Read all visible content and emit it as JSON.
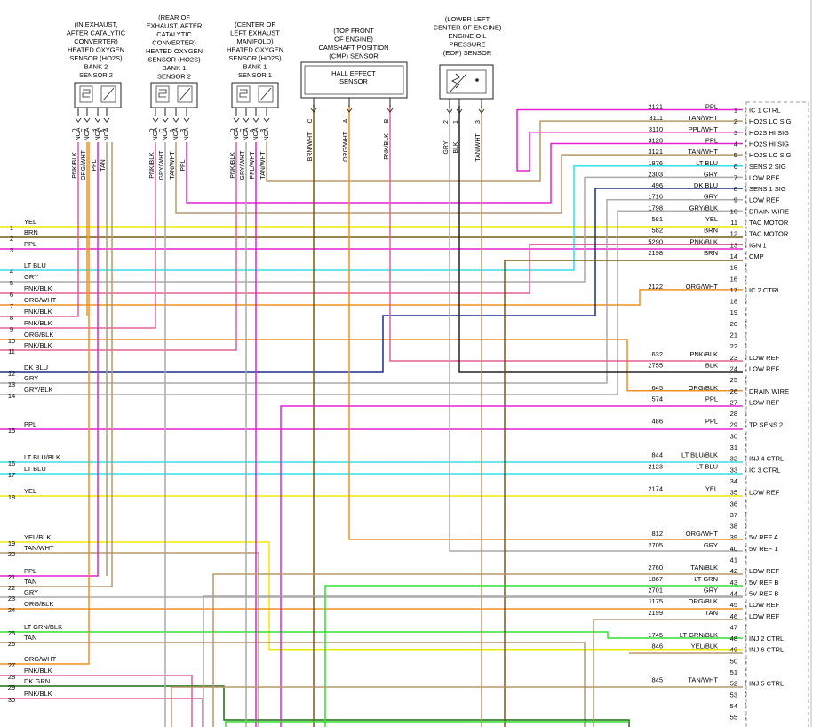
{
  "sensors": [
    {
      "id": "ho2s-b2s2",
      "lines": [
        "(IN EXHAUST,",
        "AFTER CATALYTIC",
        "CONVERTER)",
        "HEATED OXYGEN",
        "SENSOR (HO2S)",
        "BANK 2",
        "SENSOR 2"
      ],
      "pins": [
        {
          "letter": "D",
          "label": "NCA"
        },
        {
          "letter": "C",
          "label": "NCA"
        },
        {
          "letter": "B",
          "label": "NCA"
        },
        {
          "letter": "A",
          "label": "NCA"
        }
      ],
      "wires": [
        "PNK/BLK",
        "ORG/WHT",
        "PPL",
        "TAN"
      ]
    },
    {
      "id": "ho2s-b1s2",
      "lines": [
        "(REAR OF",
        "EXHAUST, AFTER",
        "CATALYTIC",
        "CONVERTER)",
        "HEATED OXYGEN",
        "SENSOR (HO2S)",
        "BANK 1",
        "SENSOR 2"
      ],
      "pins": [
        {
          "letter": "D",
          "label": "NCA"
        },
        {
          "letter": "C",
          "label": "NCA"
        },
        {
          "letter": "A",
          "label": "NCA"
        },
        {
          "letter": "B",
          "label": "NCA"
        }
      ],
      "wires": [
        "PNK/BLK",
        "GRY/WHT",
        "TAN/WHT",
        "PPL"
      ]
    },
    {
      "id": "ho2s-b1s1",
      "lines": [
        "(CENTER OF",
        "LEFT EXHAUST",
        "MANIFOLD)",
        "HEATED OXYGEN",
        "SENSOR (HO2S)",
        "BANK 1",
        "SENSOR 1"
      ],
      "pins": [
        {
          "letter": "D",
          "label": "NCA"
        },
        {
          "letter": "C",
          "label": "NCA"
        },
        {
          "letter": "A",
          "label": "NCA"
        },
        {
          "letter": "B",
          "label": "NCA"
        }
      ],
      "wires": [
        "PNK/BLK",
        "GRY/WHT",
        "PPL/WHT",
        "TAN/WHT"
      ]
    },
    {
      "id": "cmp",
      "lines": [
        "(TOP FRONT",
        "OF ENGINE)",
        "CAMSHAFT POSITION",
        "(CMP) SENSOR"
      ],
      "box": [
        "HALL EFFECT",
        "SENSOR"
      ],
      "pins": [
        {
          "letter": "C"
        },
        {
          "letter": "A"
        },
        {
          "letter": "B"
        }
      ],
      "wires": [
        "BRN/WHT",
        "ORG/WHT",
        "PNK/BLK"
      ]
    },
    {
      "id": "eop",
      "lines": [
        "(LOWER LEFT",
        "CENTER OF ENGINE)",
        "ENGINE OIL",
        "PRESSURE",
        "(EOP) SENSOR"
      ],
      "pins": [
        {
          "letter": "2"
        },
        {
          "letter": "1"
        },
        {
          "letter": "3"
        }
      ],
      "wires": [
        "GRY",
        "BLK",
        "TAN/WHT"
      ]
    }
  ],
  "left_connector": [
    {
      "color": "YEL",
      "pin": "1"
    },
    {
      "color": "BRN",
      "pin": "2"
    },
    {
      "color": "PPL",
      "pin": "3"
    },
    {
      "color": "LT BLU",
      "pin": "4"
    },
    {
      "color": "GRY",
      "pin": "5"
    },
    {
      "color": "PNK/BLK",
      "pin": "6"
    },
    {
      "color": "ORG/WHT",
      "pin": "7"
    },
    {
      "color": "PNK/BLK",
      "pin": "8"
    },
    {
      "color": "PNK/BLK",
      "pin": "9"
    },
    {
      "color": "ORG/BLK",
      "pin": "10"
    },
    {
      "color": "PNK/BLK",
      "pin": "11"
    },
    {
      "color": "DK BLU",
      "pin": "12"
    },
    {
      "color": "GRY",
      "pin": "13"
    },
    {
      "color": "GRY/BLK",
      "pin": "14"
    },
    {
      "color": "PPL",
      "pin": "15"
    },
    {
      "color": "LT BLU/BLK",
      "pin": "16"
    },
    {
      "color": "LT BLU",
      "pin": "17"
    },
    {
      "color": "YEL",
      "pin": "18"
    },
    {
      "color": "YEL/BLK",
      "pin": "19"
    },
    {
      "color": "TAN/WHT",
      "pin": "20"
    },
    {
      "color": "PPL",
      "pin": "21"
    },
    {
      "color": "TAN",
      "pin": "22"
    },
    {
      "color": "GRY",
      "pin": "23"
    },
    {
      "color": "ORG/BLK",
      "pin": "24"
    },
    {
      "color": "LT GRN/BLK",
      "pin": "25"
    },
    {
      "color": "TAN",
      "pin": "26"
    },
    {
      "color": "ORG/WHT",
      "pin": "27"
    },
    {
      "color": "PNK/BLK",
      "pin": "28"
    },
    {
      "color": "DK GRN",
      "pin": "29"
    },
    {
      "color": "PNK/BLK",
      "pin": "30"
    }
  ],
  "ecm_pins": [
    {
      "pin": "1",
      "circuit": "2121",
      "color": "PPL",
      "func": "IC 1 CTRL"
    },
    {
      "pin": "2",
      "circuit": "3111",
      "color": "TAN/WHT",
      "func": "HO2S LO SIG"
    },
    {
      "pin": "3",
      "circuit": "3110",
      "color": "PPL/WHT",
      "func": "HO2S HI SIG"
    },
    {
      "pin": "4",
      "circuit": "3120",
      "color": "PPL",
      "func": "HO2S HI SIG"
    },
    {
      "pin": "5",
      "circuit": "3121",
      "color": "TAN/WHT",
      "func": "HO2S LO SIG"
    },
    {
      "pin": "6",
      "circuit": "1876",
      "color": "LT BLU",
      "func": "SENS 2 SIG"
    },
    {
      "pin": "7",
      "circuit": "2303",
      "color": "GRY",
      "func": "LOW REF"
    },
    {
      "pin": "8",
      "circuit": "496",
      "color": "DK BLU",
      "func": "SENS 1 SIG"
    },
    {
      "pin": "9",
      "circuit": "1716",
      "color": "GRY",
      "func": "LOW REF"
    },
    {
      "pin": "10",
      "circuit": "1798",
      "color": "GRY/BLK",
      "func": "DRAIN WIRE"
    },
    {
      "pin": "11",
      "circuit": "581",
      "color": "YEL",
      "func": "TAC MOTOR"
    },
    {
      "pin": "12",
      "circuit": "582",
      "color": "BRN",
      "func": "TAC MOTOR"
    },
    {
      "pin": "13",
      "circuit": "5290",
      "color": "PNK/BLK",
      "func": "IGN 1"
    },
    {
      "pin": "14",
      "circuit": "2198",
      "color": "BRN",
      "func": "CMP"
    },
    {
      "pin": "15",
      "circuit": "",
      "color": "",
      "func": ""
    },
    {
      "pin": "16",
      "circuit": "",
      "color": "",
      "func": ""
    },
    {
      "pin": "17",
      "circuit": "2122",
      "color": "ORG/WHT",
      "func": "IC 2 CTRL"
    },
    {
      "pin": "18",
      "circuit": "",
      "color": "",
      "func": ""
    },
    {
      "pin": "19",
      "circuit": "",
      "color": "",
      "func": ""
    },
    {
      "pin": "20",
      "circuit": "",
      "color": "",
      "func": ""
    },
    {
      "pin": "21",
      "circuit": "",
      "color": "",
      "func": ""
    },
    {
      "pin": "22",
      "circuit": "",
      "color": "",
      "func": ""
    },
    {
      "pin": "23",
      "circuit": "632",
      "color": "PNK/BLK",
      "func": "LOW REF"
    },
    {
      "pin": "24",
      "circuit": "2755",
      "color": "BLK",
      "func": "LOW REF"
    },
    {
      "pin": "25",
      "circuit": "",
      "color": "",
      "func": ""
    },
    {
      "pin": "26",
      "circuit": "645",
      "color": "ORG/BLK",
      "func": "DRAIN WIRE"
    },
    {
      "pin": "27",
      "circuit": "574",
      "color": "PPL",
      "func": "LOW REF"
    },
    {
      "pin": "28",
      "circuit": "",
      "color": "",
      "func": ""
    },
    {
      "pin": "29",
      "circuit": "486",
      "color": "PPL",
      "func": "TP SENS 2"
    },
    {
      "pin": "30",
      "circuit": "",
      "color": "",
      "func": ""
    },
    {
      "pin": "31",
      "circuit": "",
      "color": "",
      "func": ""
    },
    {
      "pin": "32",
      "circuit": "844",
      "color": "LT BLU/BLK",
      "func": "INJ 4 CTRL"
    },
    {
      "pin": "33",
      "circuit": "2123",
      "color": "LT BLU",
      "func": "IC 3 CTRL"
    },
    {
      "pin": "34",
      "circuit": "",
      "color": "",
      "func": ""
    },
    {
      "pin": "35",
      "circuit": "2174",
      "color": "YEL",
      "func": "LOW REF"
    },
    {
      "pin": "36",
      "circuit": "",
      "color": "",
      "func": ""
    },
    {
      "pin": "37",
      "circuit": "",
      "color": "",
      "func": ""
    },
    {
      "pin": "38",
      "circuit": "",
      "color": "",
      "func": ""
    },
    {
      "pin": "39",
      "circuit": "812",
      "color": "ORG/WHT",
      "func": "5V REF A"
    },
    {
      "pin": "40",
      "circuit": "2705",
      "color": "GRY",
      "func": "5V REF 1"
    },
    {
      "pin": "41",
      "circuit": "",
      "color": "",
      "func": ""
    },
    {
      "pin": "42",
      "circuit": "2760",
      "color": "TAN/BLK",
      "func": "LOW REF"
    },
    {
      "pin": "43",
      "circuit": "1867",
      "color": "LT GRN",
      "func": "5V REF B"
    },
    {
      "pin": "44",
      "circuit": "2701",
      "color": "GRY",
      "func": "5V REF B"
    },
    {
      "pin": "45",
      "circuit": "1175",
      "color": "ORG/BLK",
      "func": "LOW REF"
    },
    {
      "pin": "46",
      "circuit": "2199",
      "color": "TAN",
      "func": "LOW REF"
    },
    {
      "pin": "47",
      "circuit": "",
      "color": "",
      "func": ""
    },
    {
      "pin": "48",
      "circuit": "1745",
      "color": "LT GRN/BLK",
      "func": "INJ 2 CTRL"
    },
    {
      "pin": "49",
      "circuit": "846",
      "color": "YEL/BLK",
      "func": "INJ 6 CTRL"
    },
    {
      "pin": "50",
      "circuit": "",
      "color": "",
      "func": ""
    },
    {
      "pin": "51",
      "circuit": "",
      "color": "",
      "func": ""
    },
    {
      "pin": "52",
      "circuit": "845",
      "color": "TAN/WHT",
      "func": "INJ 5 CTRL"
    },
    {
      "pin": "53",
      "circuit": "",
      "color": "",
      "func": ""
    },
    {
      "pin": "54",
      "circuit": "",
      "color": "",
      "func": ""
    },
    {
      "pin": "55",
      "circuit": "",
      "color": "",
      "func": ""
    }
  ],
  "wire_colors": {
    "PPL": "#e520d4",
    "PNK": "#e0609a",
    "TAN": "#b59a68",
    "ORG": "#f09020",
    "LTBLU": "#30e0e8",
    "GRY": "#aaaaaa",
    "DKBLU": "#1a2f8a",
    "YEL": "#f0e800",
    "BRN": "#7a5a10",
    "LTGRN": "#30e030",
    "DKGRN": "#1c6c10",
    "BLK": "#222222"
  }
}
